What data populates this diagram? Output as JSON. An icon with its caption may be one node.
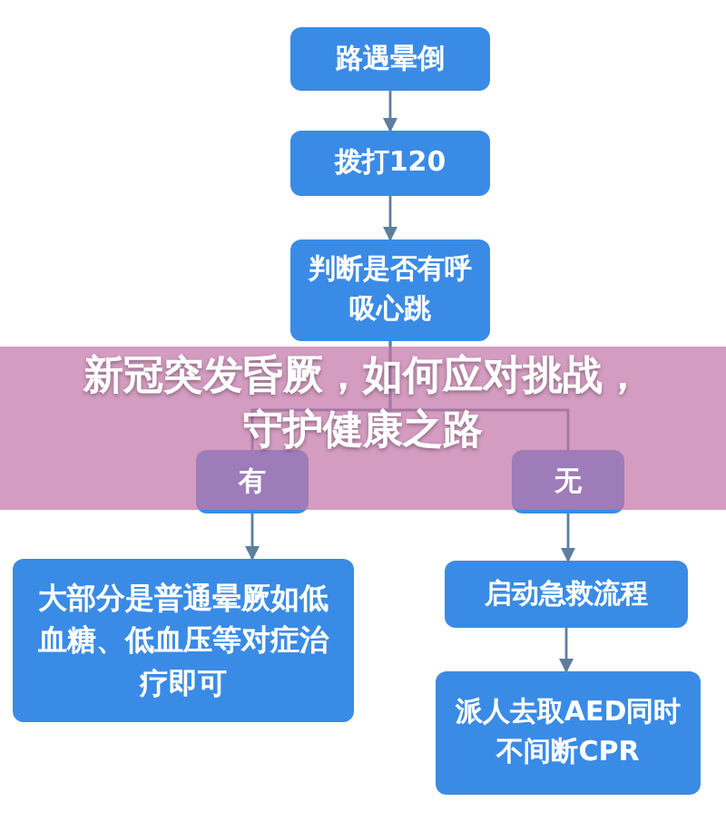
{
  "diagram": {
    "title": "新冠突发昏厥，如何应对挑战，守护健康之路",
    "nodes": [
      {
        "text": [
          "路遇晕倒"
        ]
      },
      {
        "text": [
          "拨打120"
        ]
      },
      {
        "text": [
          "判断是否有呼吸心跳"
        ]
      },
      {
        "text": [
          "有"
        ]
      },
      {
        "text": [
          "无"
        ]
      },
      {
        "text": [
          "大部分是普通晕厥如低血糖、低血压等对症治疗即可"
        ]
      },
      {
        "text": [
          "启动急救流程"
        ]
      },
      {
        "text": [
          "派人去取AED同时不间断CPR"
        ]
      }
    ],
    "edges": [
      {
        "from": 0,
        "to": 1,
        "arrow": "to"
      },
      {
        "from": 1,
        "to": 2,
        "arrow": "to"
      },
      {
        "from": 2,
        "to": 3,
        "arrow": "none"
      },
      {
        "from": 2,
        "to": 4,
        "arrow": "none"
      },
      {
        "from": 3,
        "to": 5,
        "arrow": "to"
      },
      {
        "from": 4,
        "to": 6,
        "arrow": "to"
      },
      {
        "from": 6,
        "to": 7,
        "arrow": "to"
      }
    ]
  }
}
